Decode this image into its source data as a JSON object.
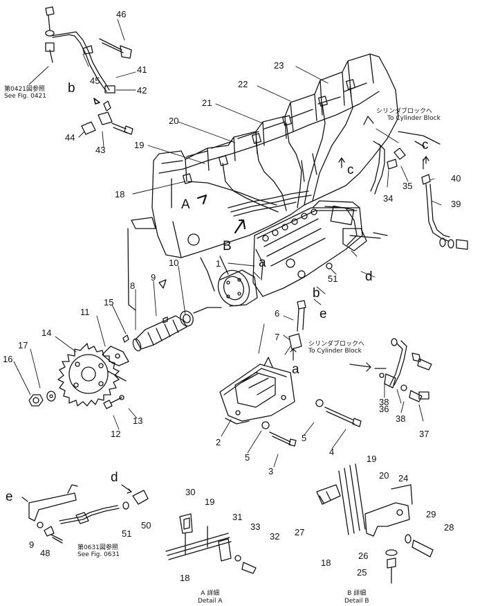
{
  "callouts": [
    "1",
    "2",
    "3",
    "4",
    "5",
    "5",
    "6",
    "7",
    "8",
    "9",
    "9",
    "10",
    "11",
    "12",
    "13",
    "14",
    "15",
    "16",
    "17",
    "18",
    "18",
    "18",
    "19",
    "19",
    "19",
    "20",
    "20",
    "21",
    "22",
    "23",
    "24",
    "25",
    "26",
    "27",
    "28",
    "29",
    "30",
    "31",
    "32",
    "33",
    "34",
    "35",
    "36",
    "37",
    "38",
    "38",
    "39",
    "40",
    "41",
    "42",
    "43",
    "44",
    "45",
    "46",
    "48",
    "50",
    "51",
    "51"
  ],
  "view_letters": [
    "A",
    "B",
    "a",
    "a",
    "b",
    "b",
    "c",
    "c",
    "d",
    "d",
    "e",
    "e"
  ],
  "references": {
    "fig_0421": {
      "jp": "第0421図参照",
      "en": "See Fig. 0421"
    },
    "fig_0631": {
      "jp": "第0631図参照",
      "en": "See Fig. 0631"
    }
  },
  "to_cylinder_block": [
    {
      "jp": "シリンダブロックへ",
      "en": "To Cylinder Block"
    },
    {
      "jp": "シリンダブロックへ",
      "en": "To Cylinder Block"
    }
  ],
  "details": {
    "a": {
      "jp": "A 詳細",
      "en": "Detail A"
    },
    "b": {
      "jp": "B 詳細",
      "en": "Detail B"
    }
  },
  "colors": {
    "line": "#111111",
    "background": "#ffffff"
  }
}
